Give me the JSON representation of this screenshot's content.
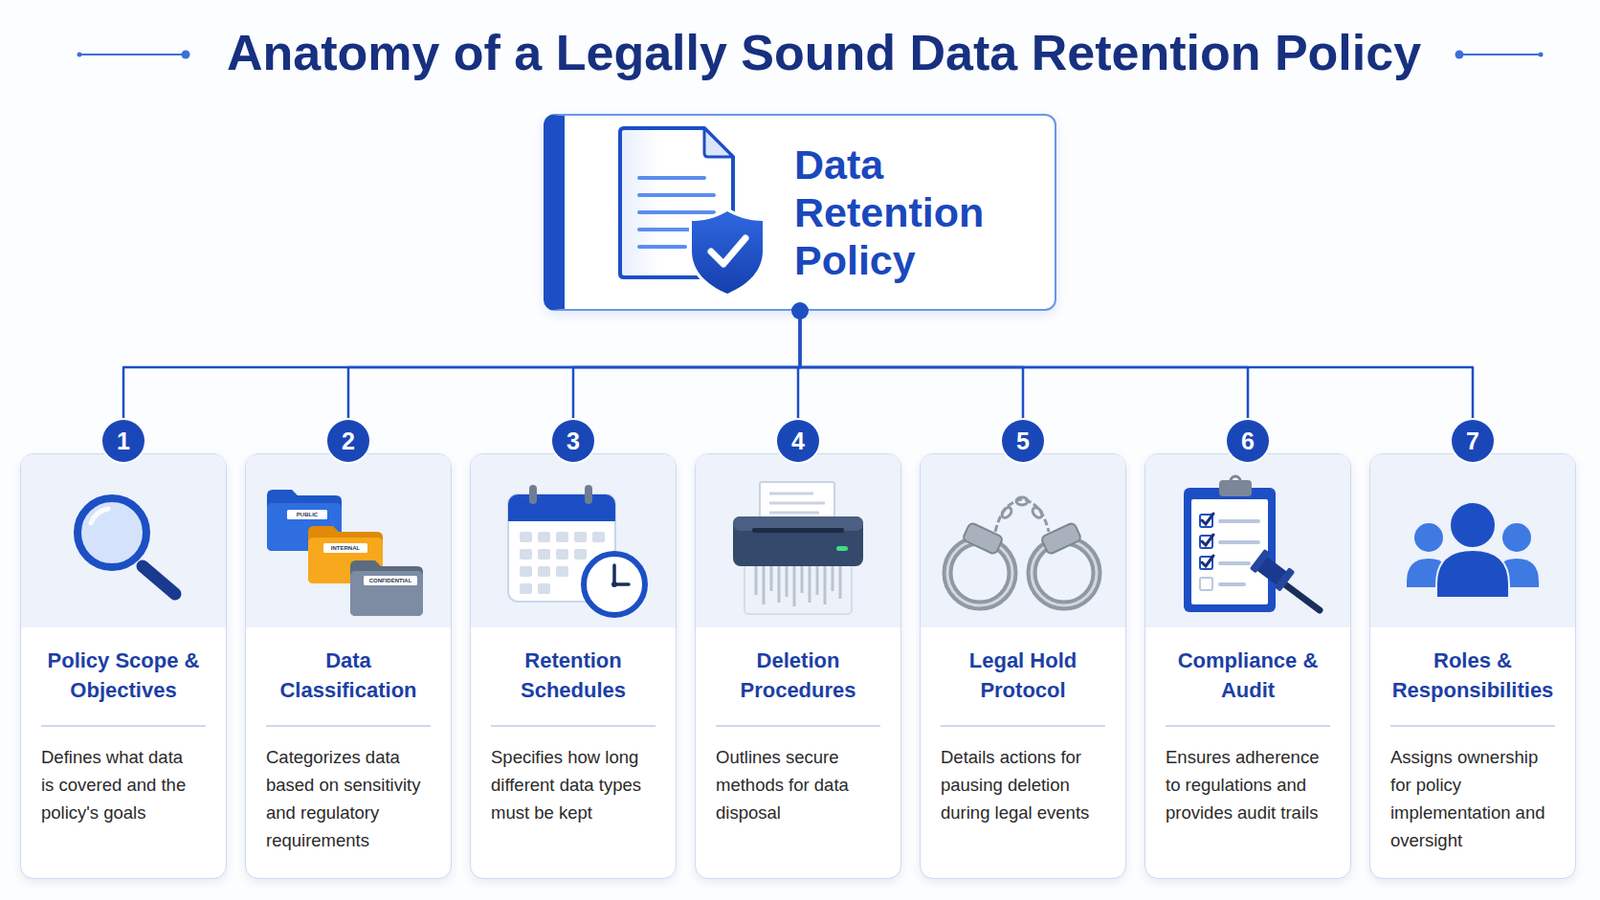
{
  "diagram": {
    "title": "Anatomy of a Legally Sound Data Retention Policy",
    "nodes": [
      {
        "text": [
          "Data Retention Policy"
        ]
      },
      {
        "text": [
          "1",
          "Policy Scope & Objectives",
          "Defines what data is covered and the policy's goals"
        ]
      },
      {
        "text": [
          "2",
          "Data Classification",
          "Categorizes data based on sensitivity and regulatory requirements"
        ]
      },
      {
        "text": [
          "3",
          "Retention Schedules",
          "Specifies how long different data types must be kept"
        ]
      },
      {
        "text": [
          "4",
          "Deletion Procedures",
          "Outlines secure methods for data disposal"
        ]
      },
      {
        "text": [
          "5",
          "Legal Hold Protocol",
          "Details actions for pausing deletion during legal events"
        ]
      },
      {
        "text": [
          "6",
          "Compliance & Audit",
          "Ensures adherence to regulations and provides audit trails"
        ]
      },
      {
        "text": [
          "7",
          "Roles & Responsibilities",
          "Assigns ownership for policy implementation and oversight"
        ]
      }
    ],
    "edges": [
      {
        "from": 0,
        "to": 1,
        "arrow": "none"
      },
      {
        "from": 0,
        "to": 2,
        "arrow": "none"
      },
      {
        "from": 0,
        "to": 3,
        "arrow": "none"
      },
      {
        "from": 0,
        "to": 4,
        "arrow": "none"
      },
      {
        "from": 0,
        "to": 5,
        "arrow": "none"
      },
      {
        "from": 0,
        "to": 6,
        "arrow": "none"
      },
      {
        "from": 0,
        "to": 7,
        "arrow": "none"
      }
    ],
    "labels": [
      "PUBLIC",
      "INTERNAL",
      "CONFIDENTIAL"
    ]
  }
}
